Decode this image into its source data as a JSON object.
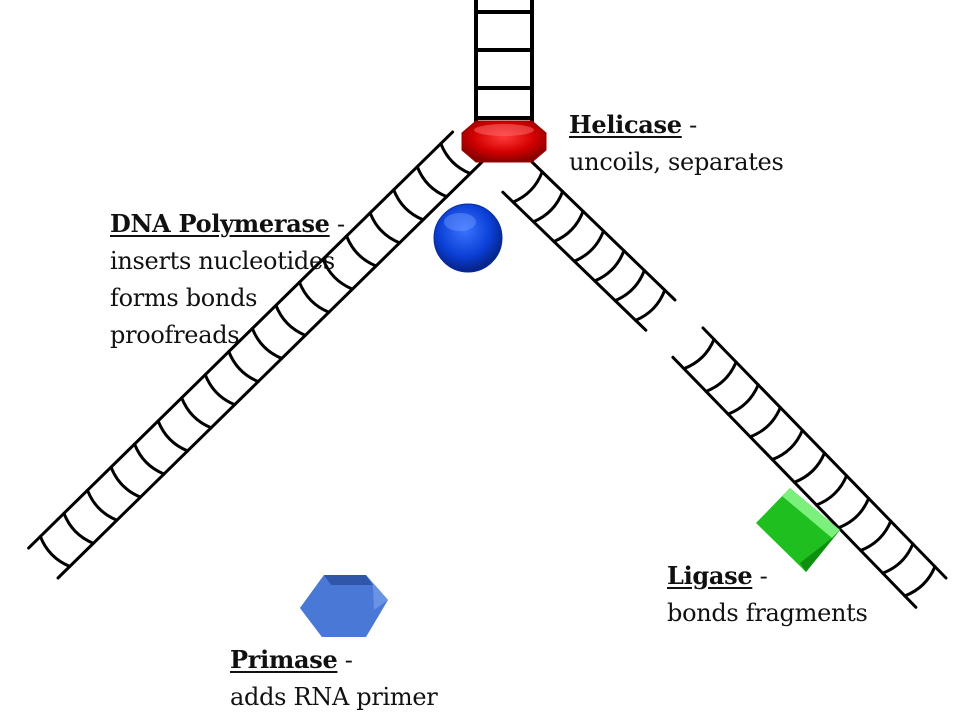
{
  "enzymes": {
    "helicase": {
      "name": "Helicase",
      "dash": " -",
      "lines": [
        "uncoils, separates"
      ],
      "color": "#cc0000"
    },
    "polymerase": {
      "name": "DNA Polymerase",
      "dash": " -",
      "lines": [
        "inserts nucleotides",
        "forms bonds",
        "proofreads"
      ],
      "color": "#0b3fd6"
    },
    "primase": {
      "name": "Primase",
      "dash": " -",
      "lines": [
        "adds RNA primer"
      ],
      "color": "#4a78d6"
    },
    "ligase": {
      "name": "Ligase",
      "dash": " -",
      "lines": [
        "bonds fragments"
      ],
      "color": "#1ec51e"
    }
  }
}
